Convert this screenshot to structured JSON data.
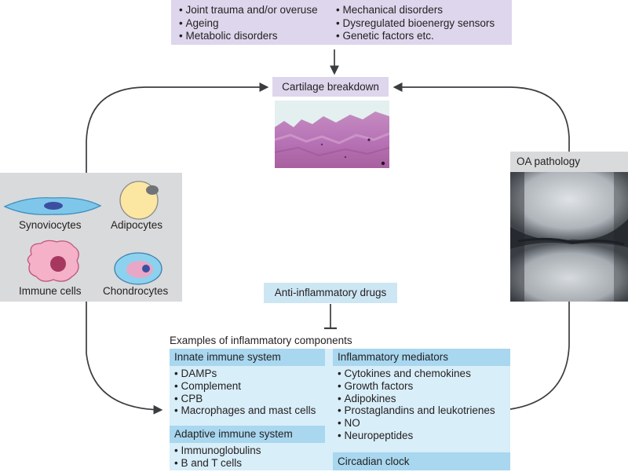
{
  "risk_factors": {
    "left": [
      "Joint trauma and/or overuse",
      "Ageing",
      "Metabolic disorders"
    ],
    "right": [
      "Mechanical disorders",
      "Dysregulated bioenergy sensors",
      "Genetic factors etc."
    ]
  },
  "cartilage_breakdown": "Cartilage breakdown",
  "oa_pathology": "OA pathology",
  "cells": {
    "synoviocytes": "Synoviocytes",
    "adipocytes": "Adipocytes",
    "immune_cells": "Immune cells",
    "chondrocytes": "Chondrocytes"
  },
  "anti_inflammatory": "Anti-inflammatory drugs",
  "examples_title": "Examples of inflammatory components",
  "innate": {
    "title": "Innate immune system",
    "items": [
      "DAMPs",
      "Complement",
      "CPB",
      "Macrophages and mast cells"
    ]
  },
  "adaptive": {
    "title": "Adaptive immune system",
    "items": [
      "Immunoglobulins",
      "B and T cells"
    ]
  },
  "mediators": {
    "title": "Inflammatory mediators",
    "items": [
      "Cytokines and chemokines",
      "Growth factors",
      "Adipokines",
      "Prostaglandins and leukotrienes",
      "NO",
      "Neuropeptides"
    ]
  },
  "circadian": "Circadian clock",
  "colors": {
    "risk_box": "#ddd6ec",
    "grey_panel": "#d9dadb",
    "light_blue": "#d8eef9",
    "header_blue": "#a8d7ef",
    "arrow": "#3a3d40"
  }
}
